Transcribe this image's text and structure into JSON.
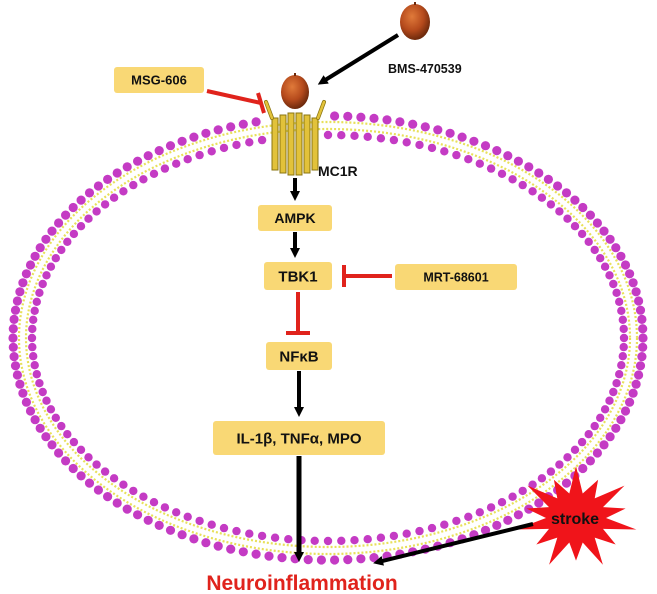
{
  "diagram": {
    "ligand_label": "BMS-470539",
    "receptor_label": "MC1R",
    "antagonist_label": "MSG-606",
    "boxes": {
      "ampk": "AMPK",
      "tbk1": "TBK1",
      "nfkb": "NFκB",
      "cytokines": "IL-1β, TNFα, MPO"
    },
    "inhibitor_label": "MRT-68601",
    "stroke_label": "stroke",
    "outcome_label": "Neuroinflammation",
    "colors": {
      "box_fill": "#F9D875",
      "membrane_head": "#C43BC4",
      "membrane_tail": "#E8E05A",
      "receptor": "#E2C23A",
      "ligand": "#B54A1C",
      "inhibition": "#E0231C",
      "activation": "#000000",
      "stroke_burst": "#F0141A",
      "outcome_text": "#E0231C"
    }
  }
}
